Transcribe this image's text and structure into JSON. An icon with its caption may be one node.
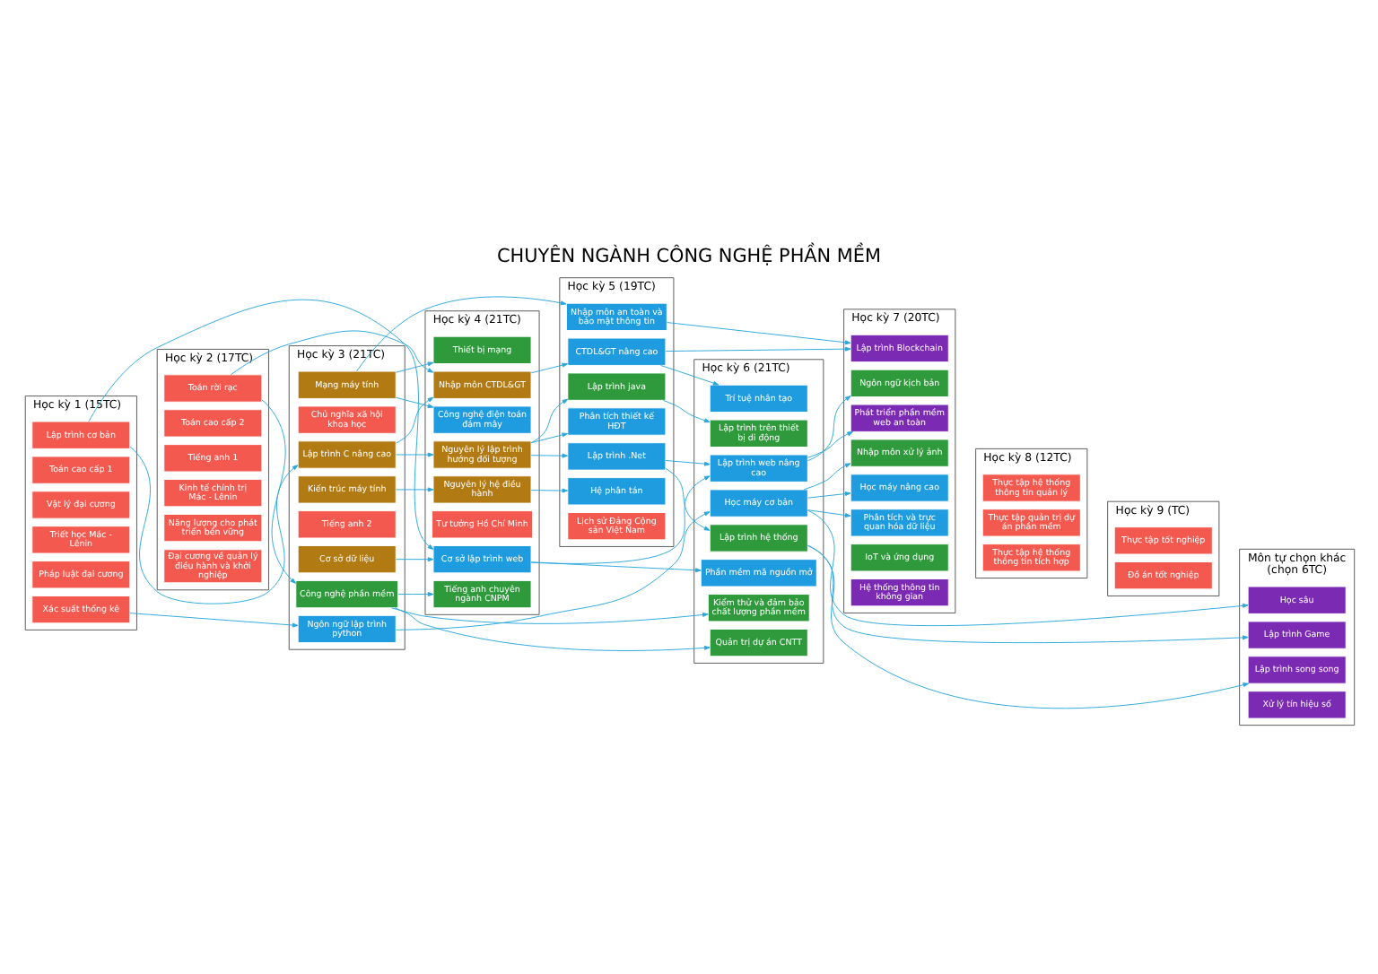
{
  "diagram": {
    "title": "CHUYÊN NGÀNH CÔNG NGHỆ PHẦN MỀM",
    "nodes": [
      {
        "text": [
          "Học kỳ 1 (15TC)"
        ]
      },
      {
        "text": [
          "Toán cao cấp 1"
        ],
        "in": 0
      },
      {
        "text": [
          "Xác suất thống kê"
        ],
        "in": 0
      },
      {
        "text": [
          "Vật lý đại cương"
        ],
        "in": 0
      },
      {
        "text": [
          "Triết học Mác - Lênin"
        ],
        "in": 0
      },
      {
        "text": [
          "Pháp luật đại cương"
        ],
        "in": 0
      },
      {
        "text": [
          "Lập trình cơ bản"
        ],
        "in": 0
      },
      {
        "text": [
          "Học kỳ 2 (17TC)"
        ]
      },
      {
        "text": [
          "Tiếng anh 1"
        ],
        "in": 7
      },
      {
        "text": [
          "Toán cao cấp 2"
        ],
        "in": 7
      },
      {
        "text": [
          "Toán rời rạc"
        ],
        "in": 7
      },
      {
        "text": [
          "Kinh tế chính trị Mác - Lênin"
        ],
        "in": 7
      },
      {
        "text": [
          "Năng lượng cho phát triển bền vững"
        ],
        "in": 7
      },
      {
        "text": [
          "Đại cương về quản lý điều hành và khởi nghiệp"
        ],
        "in": 7
      },
      {
        "text": [
          "Học kỳ 3 (21TC)"
        ]
      },
      {
        "text": [
          "Tiếng anh 2"
        ],
        "in": 14
      },
      {
        "text": [
          "Chủ nghĩa xã hội khoa học"
        ],
        "in": 14
      },
      {
        "text": [
          "Ngôn ngữ lập trình python"
        ],
        "in": 14
      },
      {
        "text": [
          "Công nghệ phần mềm"
        ],
        "in": 14
      },
      {
        "text": [
          "Lập trình C nâng cao"
        ],
        "in": 14
      },
      {
        "text": [
          "Cơ sở dữ liệu"
        ],
        "in": 14
      },
      {
        "text": [
          "Mạng máy tính"
        ],
        "in": 14
      },
      {
        "text": [
          "Kiến trúc máy tính"
        ],
        "in": 14
      },
      {
        "text": [
          "Học kỳ 4 (21TC)"
        ]
      },
      {
        "text": [
          "Tư tưởng Hồ Chí Minh"
        ],
        "in": 23
      },
      {
        "text": [
          "Tiếng anh chuyên ngành CNPM"
        ],
        "in": 23
      },
      {
        "text": [
          "Nhập môn CTDL&GT"
        ],
        "in": 23
      },
      {
        "text": [
          "Nguyên lý lập trình hướng đối tượng"
        ],
        "in": 23
      },
      {
        "text": [
          "Cơ sở lập trình web"
        ],
        "in": 23
      },
      {
        "text": [
          "Thiết bị mạng"
        ],
        "in": 23
      },
      {
        "text": [
          "Công nghệ điện toán đám mây"
        ],
        "in": 23
      },
      {
        "text": [
          "Nguyên lý hệ điều hành"
        ],
        "in": 23
      },
      {
        "text": [
          "Học kỳ 5 (19TC)"
        ]
      },
      {
        "text": [
          "Lịch sử Đảng Cộng sản Việt Nam"
        ],
        "in": 32
      },
      {
        "text": [
          "CTDL&GT nâng cao"
        ],
        "in": 32
      },
      {
        "text": [
          "Lập trình java"
        ],
        "in": 32
      },
      {
        "text": [
          "Phân tích thiết kế HĐT"
        ],
        "in": 32
      },
      {
        "text": [
          "Lập trình .Net"
        ],
        "in": 32
      },
      {
        "text": [
          "Nhập môn an toàn và bảo mật thông tin"
        ],
        "in": 32
      },
      {
        "text": [
          "Hệ phân tán"
        ],
        "in": 32
      },
      {
        "text": [
          "Học kỳ 6 (21TC)"
        ]
      },
      {
        "text": [
          "Học máy cơ bản"
        ],
        "in": 40
      },
      {
        "text": [
          "Quản trị dự án CNTT"
        ],
        "in": 40
      },
      {
        "text": [
          "Kiểm thử và đảm bảo chất lượng phần mềm"
        ],
        "in": 40
      },
      {
        "text": [
          "Trí tuệ nhân tạo"
        ],
        "in": 40
      },
      {
        "text": [
          "Lập trình trên thiết bị di động"
        ],
        "in": 40
      },
      {
        "text": [
          "Lập trình web nâng cao"
        ],
        "in": 40
      },
      {
        "text": [
          "Lập trình hệ thống"
        ],
        "in": 40
      },
      {
        "text": [
          "Phần mềm mã nguồn mở"
        ],
        "in": 40
      },
      {
        "text": [
          "Học kỳ 7 (20TC)"
        ]
      },
      {
        "text": [
          "Nhập môn xử lý ảnh"
        ],
        "in": 49
      },
      {
        "text": [
          "Học máy nâng cao"
        ],
        "in": 49
      },
      {
        "text": [
          "Phân tích và trực quan hóa dữ liệu"
        ],
        "in": 49
      },
      {
        "text": [
          "Lập trình Blockchain"
        ],
        "in": 49
      },
      {
        "text": [
          "Phát triển phần mềm web an toàn"
        ],
        "in": 49
      },
      {
        "text": [
          "Ngôn ngữ kịch bản"
        ],
        "in": 49
      },
      {
        "text": [
          "IoT và ứng dụng"
        ],
        "in": 49
      },
      {
        "text": [
          "Hệ thống thông tin không gian"
        ],
        "in": 49
      },
      {
        "text": [
          "Học kỳ 8 (12TC)"
        ]
      },
      {
        "text": [
          "Thực tập hệ thống thông tin quản lý"
        ],
        "in": 58
      },
      {
        "text": [
          "Thực tập quản trị dự án phần mềm"
        ],
        "in": 58
      },
      {
        "text": [
          "Thực tập hệ thống thông tin tích hợp"
        ],
        "in": 58
      },
      {
        "text": [
          "Học kỳ 9 (TC)"
        ]
      },
      {
        "text": [
          "Thực tập tốt nghiệp"
        ],
        "in": 62
      },
      {
        "text": [
          "Đồ án tốt nghiệp"
        ],
        "in": 62
      },
      {
        "text": [
          "Môn tự chọn khác (chọn 6TC)"
        ]
      },
      {
        "text": [
          "Học sâu"
        ],
        "in": 65
      },
      {
        "text": [
          "Lập trình Game"
        ],
        "in": 65
      },
      {
        "text": [
          "Lập trình song song"
        ],
        "in": 65
      },
      {
        "text": [
          "Xử lý tín hiệu số"
        ],
        "in": 65
      }
    ],
    "edges": [
      {
        "from": 2,
        "to": 17,
        "arrow": "to"
      },
      {
        "from": 10,
        "to": 18,
        "arrow": "to"
      },
      {
        "from": 10,
        "to": 26,
        "arrow": "to"
      },
      {
        "from": 6,
        "to": 19,
        "arrow": "to"
      },
      {
        "from": 6,
        "to": 28,
        "arrow": "to"
      },
      {
        "from": 17,
        "to": 41,
        "arrow": "to"
      },
      {
        "from": 18,
        "to": 25,
        "arrow": "to"
      },
      {
        "from": 18,
        "to": 42,
        "arrow": "to"
      },
      {
        "from": 18,
        "to": 43,
        "arrow": "to"
      },
      {
        "from": 19,
        "to": 26,
        "arrow": "to"
      },
      {
        "from": 19,
        "to": 27,
        "arrow": "to"
      },
      {
        "from": 20,
        "to": 28,
        "arrow": "to"
      },
      {
        "from": 21,
        "to": 29,
        "arrow": "to"
      },
      {
        "from": 21,
        "to": 30,
        "arrow": "to"
      },
      {
        "from": 21,
        "to": 38,
        "arrow": "to"
      },
      {
        "from": 22,
        "to": 31,
        "arrow": "to"
      },
      {
        "from": 26,
        "to": 34,
        "arrow": "to"
      },
      {
        "from": 27,
        "to": 35,
        "arrow": "to"
      },
      {
        "from": 27,
        "to": 36,
        "arrow": "to"
      },
      {
        "from": 27,
        "to": 37,
        "arrow": "to"
      },
      {
        "from": 28,
        "to": 46,
        "arrow": "to"
      },
      {
        "from": 28,
        "to": 48,
        "arrow": "to"
      },
      {
        "from": 31,
        "to": 39,
        "arrow": "to"
      },
      {
        "from": 34,
        "to": 44,
        "arrow": "to"
      },
      {
        "from": 34,
        "to": 53,
        "arrow": "to"
      },
      {
        "from": 35,
        "to": 45,
        "arrow": "to"
      },
      {
        "from": 37,
        "to": 46,
        "arrow": "to"
      },
      {
        "from": 37,
        "to": 47,
        "arrow": "to"
      },
      {
        "from": 38,
        "to": 53,
        "arrow": "to"
      },
      {
        "from": 41,
        "to": 50,
        "arrow": "to"
      },
      {
        "from": 41,
        "to": 51,
        "arrow": "to"
      },
      {
        "from": 41,
        "to": 52,
        "arrow": "to"
      },
      {
        "from": 41,
        "to": 66,
        "arrow": "to"
      },
      {
        "from": 46,
        "to": 54,
        "arrow": "to"
      },
      {
        "from": 46,
        "to": 55,
        "arrow": "to"
      },
      {
        "from": 47,
        "to": 67,
        "arrow": "to"
      },
      {
        "from": 47,
        "to": 68,
        "arrow": "to"
      }
    ]
  }
}
